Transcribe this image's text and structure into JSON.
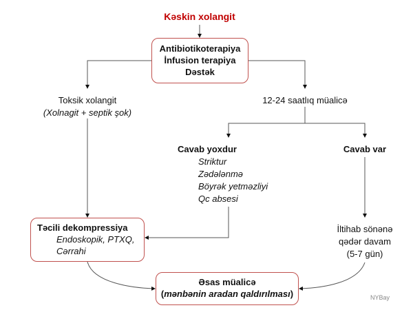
{
  "title": "Kəskin xolangit",
  "colors": {
    "accent": "#c00000",
    "box_border": "#c0504d",
    "line": "#555555"
  },
  "top_box": {
    "lines": [
      "Antibiotikoterapiya",
      "İnfusion terapiya",
      "Dəstək"
    ]
  },
  "left_branch": {
    "label": "Toksik xolangit",
    "sublabel": "(Xolnagit + septik şok)"
  },
  "right_branch": {
    "label": "12-24 saatlıq müalicə"
  },
  "no_response": {
    "label": "Cavab yoxdur",
    "items": [
      "Striktur",
      "Zədələnmə",
      "Böyrək yetməzliyi",
      "Qc absesi"
    ]
  },
  "response": {
    "label": "Cavab var",
    "outcome": [
      "İltihab sönənə",
      "qədər davam",
      "(5-7 gün)"
    ]
  },
  "urgent_box": {
    "label": "Təcili dekompressiya",
    "items": [
      "Endoskopik, PTXQ,",
      "Cərrahi"
    ]
  },
  "main_box": {
    "label": "Əsas müalicə",
    "paren_open": "(",
    "sub": "mənbənin aradan qaldırılması",
    "paren_close": ")"
  },
  "watermark": "NYBay"
}
